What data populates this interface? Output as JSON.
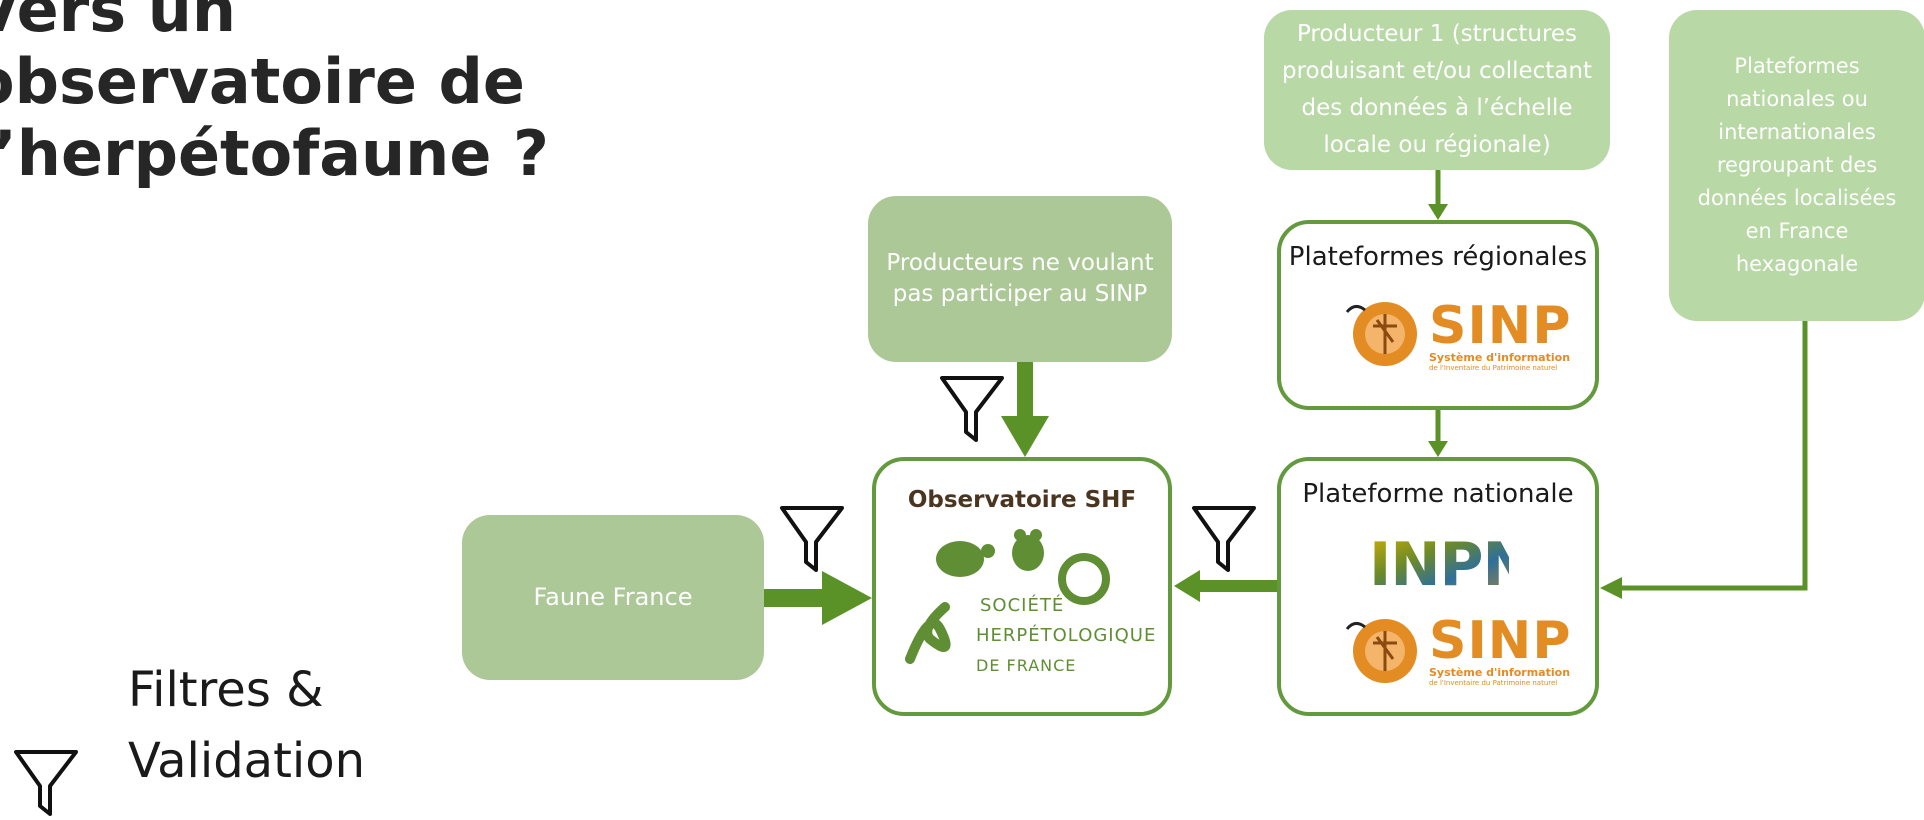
{
  "title": {
    "line1": "Vers un",
    "line2": "observatoire de",
    "line3": "l’herpétofaune ?"
  },
  "legend": {
    "line1": "Filtres &",
    "line2": "Validation",
    "icon": "funnel-icon"
  },
  "nodes": {
    "faune_france": "Faune France",
    "producteurs_ne": "Producteurs ne voulant pas participer au SINP",
    "producteur1": "Producteur 1 (structures produisant et/ou collectant des données à l’échelle locale ou régionale)",
    "plateformes_int": "Plateformes nationales ou internationales regroupant des données localisées en France hexagonale",
    "regionales": {
      "title": "Plateformes régionales",
      "logo_text": "SINP",
      "logo_sub": "Système d'information",
      "logo_sub2": "de l'Inventaire du Patrimoine naturel"
    },
    "nationale": {
      "title": "Plateforme nationale",
      "logo1_text": "INPN",
      "logo2_text": "SINP",
      "logo2_sub": "Système d'information",
      "logo2_sub2": "de l'Inventaire du Patrimoine naturel"
    },
    "observatoire": {
      "title": "Observatoire SHF",
      "logo_line1": "SOCIÉTÉ",
      "logo_line2": "HERPÉTOLOGIQUE",
      "logo_line3": "DE FRANCE"
    }
  },
  "colors": {
    "arrow": "#5a9227",
    "box_solid": "#abc896",
    "box_pale": "#b8d8a6",
    "box_border": "#629a3d",
    "sinp_orange": "#e38c23"
  }
}
